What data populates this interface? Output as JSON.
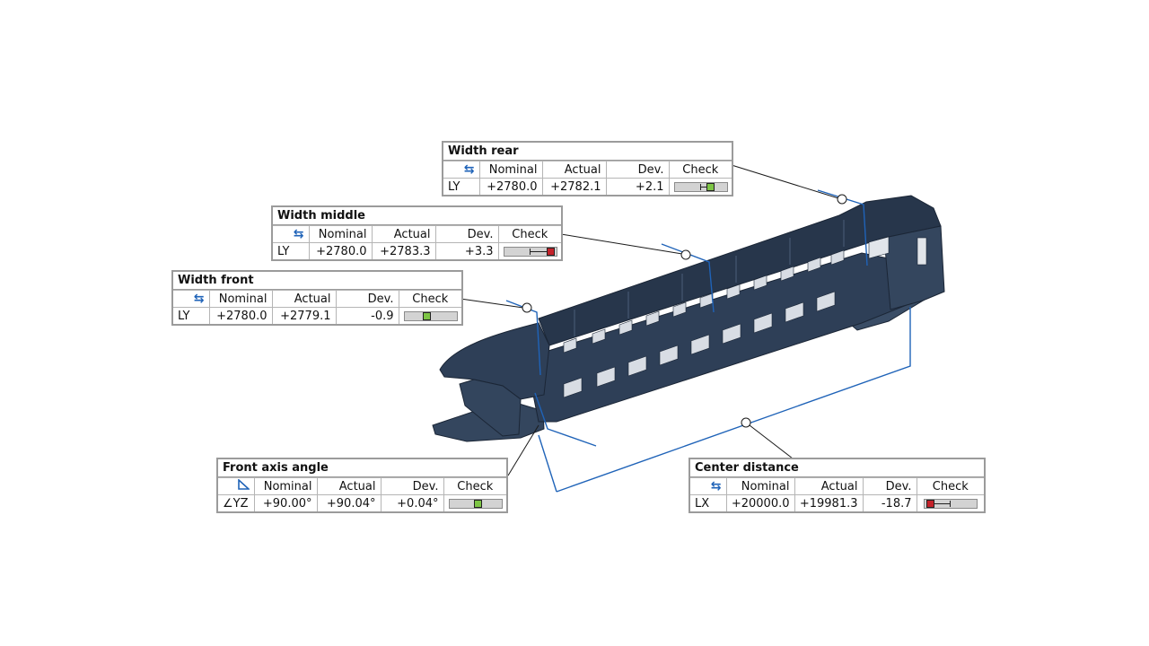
{
  "columns": {
    "nominal": "Nominal",
    "actual": "Actual",
    "dev": "Dev.",
    "check": "Check"
  },
  "colors": {
    "leader": "#1a1a1a",
    "dimension": "#1f63b8",
    "body": "#2e3f57",
    "ok": "#7dc545",
    "fail": "#c4222a"
  },
  "measurements": {
    "width_rear": {
      "title": "Width rear",
      "icon": "double-arrow-icon",
      "axis": "LY",
      "nominal": "+2780.0",
      "actual": "+2782.1",
      "dev": "+2.1",
      "status": "ok",
      "deviation_fraction": 0.72
    },
    "width_middle": {
      "title": "Width middle",
      "icon": "double-arrow-icon",
      "axis": "LY",
      "nominal": "+2780.0",
      "actual": "+2783.3",
      "dev": "+3.3",
      "status": "fail",
      "deviation_fraction": 0.95
    },
    "width_front": {
      "title": "Width front",
      "icon": "double-arrow-icon",
      "axis": "LY",
      "nominal": "+2780.0",
      "actual": "+2779.1",
      "dev": "-0.9",
      "status": "ok",
      "deviation_fraction": 0.4
    },
    "front_axis_angle": {
      "title": "Front axis angle",
      "icon": "angle-icon",
      "axis": "∠YZ",
      "nominal": "+90.00°",
      "actual": "+90.04°",
      "dev": "+0.04°",
      "status": "ok",
      "deviation_fraction": 0.55
    },
    "center_distance": {
      "title": "Center distance",
      "icon": "double-arrow-icon",
      "axis": "LX",
      "nominal": "+20000.0",
      "actual": "+19981.3",
      "dev": "-18.7",
      "status": "fail",
      "deviation_fraction": 0.05
    }
  }
}
